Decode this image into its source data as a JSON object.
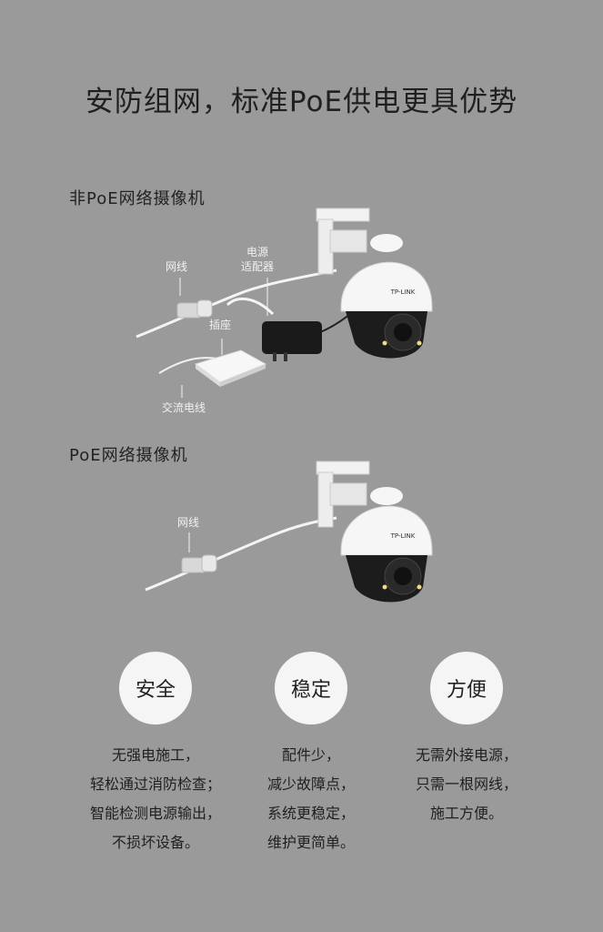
{
  "title": "安防组网，标准PoE供电更具优势",
  "non_poe": {
    "label": "非PoE网络摄像机",
    "cable_label": "网线",
    "adapter_label_1": "电源",
    "adapter_label_2": "适配器",
    "socket_label": "插座",
    "ac_label": "交流电线",
    "brand": "TP-LINK"
  },
  "poe": {
    "label": "PoE网络摄像机",
    "cable_label": "网线",
    "brand": "TP-LINK"
  },
  "benefits": [
    {
      "title": "安全",
      "lines": [
        "无强电施工，",
        "轻松通过消防检查；",
        "智能检测电源输出，",
        "不损坏设备。"
      ]
    },
    {
      "title": "稳定",
      "lines": [
        "配件少，",
        "减少故障点，",
        "系统更稳定，",
        "维护更简单。"
      ]
    },
    {
      "title": "方便",
      "lines": [
        "无需外接电源，",
        "只需一根网线，",
        "施工方便。"
      ]
    }
  ]
}
